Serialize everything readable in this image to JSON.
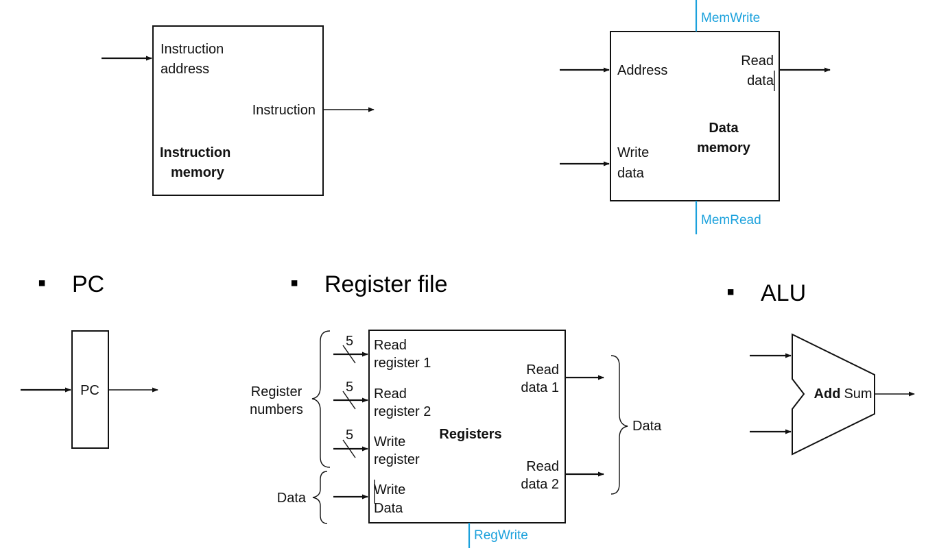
{
  "instruction_memory": {
    "input_label_line1": "Instruction",
    "input_label_line2": "address",
    "output_label": "Instruction",
    "title_line1": "Instruction",
    "title_line2": "memory"
  },
  "data_memory": {
    "control_top": "MemWrite",
    "control_bottom": "MemRead",
    "address_label": "Address",
    "read_data_line1": "Read",
    "read_data_line2": "data",
    "write_data_line1": "Write",
    "write_data_line2": "data",
    "title_line1": "Data",
    "title_line2": "memory"
  },
  "sections": [
    {
      "bullet": "▪",
      "title": "PC"
    },
    {
      "bullet": "▪",
      "title": "Register file"
    },
    {
      "bullet": "▪",
      "title": "ALU"
    }
  ],
  "pc": {
    "label": "PC"
  },
  "register_file": {
    "title": "Registers",
    "read_register_1_line1": "Read",
    "read_register_1_line2": "register 1",
    "read_register_2_line1": "Read",
    "read_register_2_line2": "register 2",
    "write_register_line1": "Write",
    "write_register_line2": "register",
    "write_data_line1": "Write",
    "write_data_line2": "Data",
    "read_data_1_line1": "Read",
    "read_data_1_line2": "data 1",
    "read_data_2_line1": "Read",
    "read_data_2_line2": "data 2",
    "bus_width": "5",
    "register_numbers_line1": "Register",
    "register_numbers_line2": "numbers",
    "data_in_label": "Data",
    "data_out_label": "Data",
    "control": "RegWrite"
  },
  "alu": {
    "op_label": "Add",
    "output_label": "Sum"
  }
}
